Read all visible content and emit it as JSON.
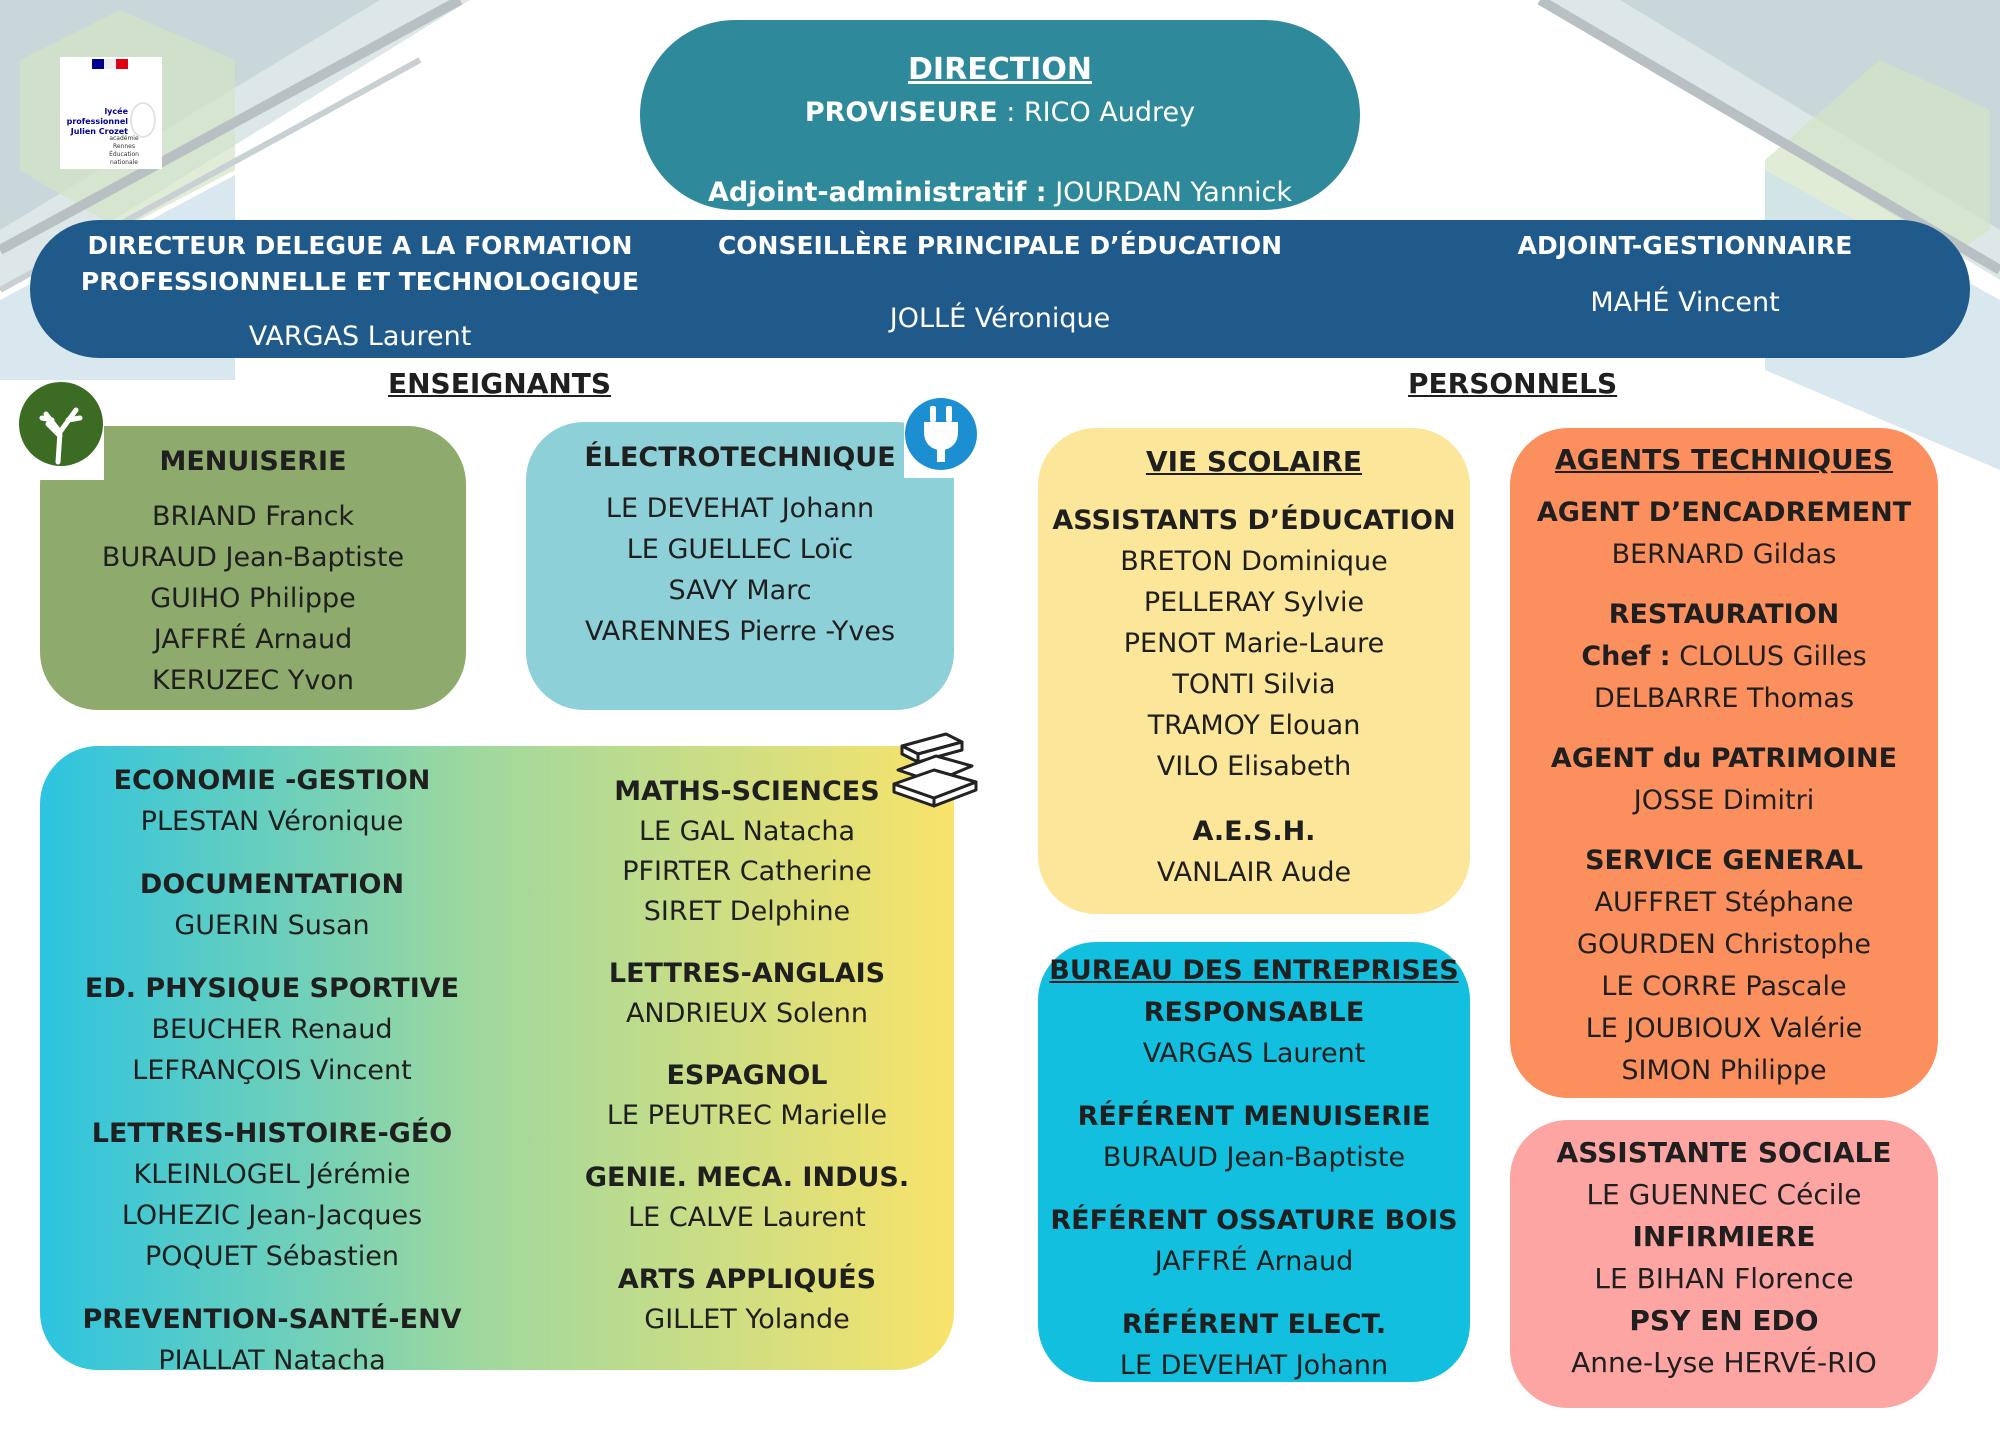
{
  "logo": {
    "school_line1": "lycée professionnel",
    "school_line2": "Julien Crozet",
    "academy_lines": [
      "académie",
      "Rennes",
      "Éducation",
      "nationale"
    ],
    "colors": {
      "blue": "#000091",
      "red": "#e1000f"
    }
  },
  "direction": {
    "title": "DIRECTION",
    "proviseure_label": "PROVISEURE",
    "proviseure_name": ": RICO Audrey",
    "adjoint_label": "Adjoint-administratif :",
    "adjoint_name": "JOURDAN Yannick",
    "color": "#2e8a9b"
  },
  "management": {
    "color": "#1f5a8a",
    "directeur": {
      "title_line1": "DIRECTEUR DELEGUE A LA FORMATION",
      "title_line2": "PROFESSIONNELLE ET TECHNOLOGIQUE",
      "name": "VARGAS Laurent"
    },
    "cpe": {
      "title": "CONSEILLÈRE PRINCIPALE D’ÉDUCATION",
      "name": "JOLLÉ Véronique"
    },
    "gestionnaire": {
      "title": "ADJOINT-GESTIONNAIRE",
      "name": "MAHÉ Vincent"
    }
  },
  "sections": {
    "enseignants": "ENSEIGNANTS",
    "personnels": "PERSONNELS"
  },
  "menuiserie": {
    "title": "MENUISERIE",
    "names": [
      "BRIAND Franck",
      "BURAUD Jean-Baptiste",
      "GUIHO Philippe",
      "JAFFRÉ Arnaud",
      "KERUZEC Yvon"
    ],
    "icon": "tree-icon",
    "color": "#8eab6d"
  },
  "electrotechnique": {
    "title": "ÉLECTROTECHNIQUE",
    "names": [
      "LE DEVEHAT Johann",
      "LE GUELLEC Loïc",
      "SAVY Marc",
      "VARENNES Pierre -Yves"
    ],
    "icon": "plug-icon",
    "color": "#8ed0d8"
  },
  "general": {
    "icon": "books-icon",
    "left": [
      {
        "title": "ECONOMIE -GESTION",
        "names": [
          "PLESTAN Véronique"
        ]
      },
      {
        "title": "DOCUMENTATION",
        "names": [
          "GUERIN Susan"
        ]
      },
      {
        "title": "ED. PHYSIQUE  SPORTIVE",
        "names": [
          "BEUCHER Renaud",
          "LEFRANÇOIS Vincent"
        ]
      },
      {
        "title": "LETTRES-HISTOIRE-GÉO",
        "names": [
          "KLEINLOGEL Jérémie",
          "LOHEZIC Jean-Jacques",
          "POQUET Sébastien"
        ]
      },
      {
        "title": "PREVENTION-SANTÉ-ENV",
        "names": [
          "PIALLAT Natacha"
        ]
      }
    ],
    "right": [
      {
        "title": "MATHS-SCIENCES",
        "names": [
          "LE GAL Natacha",
          "PFIRTER Catherine",
          "SIRET Delphine"
        ]
      },
      {
        "title": "LETTRES-ANGLAIS",
        "names": [
          "ANDRIEUX Solenn"
        ]
      },
      {
        "title": "ESPAGNOL",
        "names": [
          "LE PEUTREC Marielle"
        ]
      },
      {
        "title": "GENIE. MECA. INDUS.",
        "names": [
          "LE CALVE Laurent"
        ]
      },
      {
        "title": "ARTS APPLIQUÉS",
        "names": [
          "GILLET Yolande"
        ]
      }
    ]
  },
  "vie_scolaire": {
    "title": "VIE SCOLAIRE",
    "groups": [
      {
        "title": "ASSISTANTS D’ÉDUCATION",
        "names": [
          "BRETON Dominique",
          "PELLERAY Sylvie",
          "PENOT Marie-Laure",
          "TONTI Silvia",
          "TRAMOY Elouan",
          "VILO Elisabeth"
        ]
      },
      {
        "title": "A.E.S.H.",
        "names": [
          "VANLAIR Aude"
        ]
      }
    ],
    "color": "#fbe699"
  },
  "bureau": {
    "title": "BUREAU DES ENTREPRISES",
    "groups": [
      {
        "title": "RESPONSABLE",
        "names": [
          "VARGAS Laurent"
        ]
      },
      {
        "title": "RÉFÉRENT MENUISERIE",
        "names": [
          "BURAUD Jean-Baptiste"
        ]
      },
      {
        "title": "RÉFÉRENT OSSATURE BOIS",
        "names": [
          "JAFFRÉ Arnaud"
        ]
      },
      {
        "title": "RÉFÉRENT ELECT.",
        "names": [
          "LE DEVEHAT Johann"
        ]
      }
    ],
    "color": "#12bfdf"
  },
  "agents": {
    "title": "AGENTS TECHNIQUES",
    "encadrement": {
      "title": "AGENT D’ENCADREMENT",
      "names": [
        "BERNARD Gildas"
      ]
    },
    "restauration": {
      "title": "RESTAURATION",
      "chef_label": "Chef :",
      "chef_name": "CLOLUS Gilles",
      "names": [
        "DELBARRE Thomas"
      ]
    },
    "patrimoine": {
      "title": "AGENT du PATRIMOINE",
      "names": [
        "JOSSE Dimitri"
      ]
    },
    "service": {
      "title": "SERVICE GENERAL",
      "names": [
        "AUFFRET Stéphane",
        "GOURDEN Christophe",
        "LE CORRE Pascale",
        "LE JOUBIOUX Valérie",
        "SIMON Philippe"
      ]
    },
    "color": "#fb8f5e"
  },
  "sante": {
    "groups": [
      {
        "title": "ASSISTANTE SOCIALE",
        "names": [
          "LE GUENNEC Cécile"
        ]
      },
      {
        "title": "INFIRMIERE",
        "names": [
          "LE BIHAN Florence"
        ]
      },
      {
        "title": "PSY EN EDO",
        "names": [
          "Anne-Lyse HERVÉ-RIO"
        ]
      }
    ],
    "color": "#fca5a3"
  }
}
